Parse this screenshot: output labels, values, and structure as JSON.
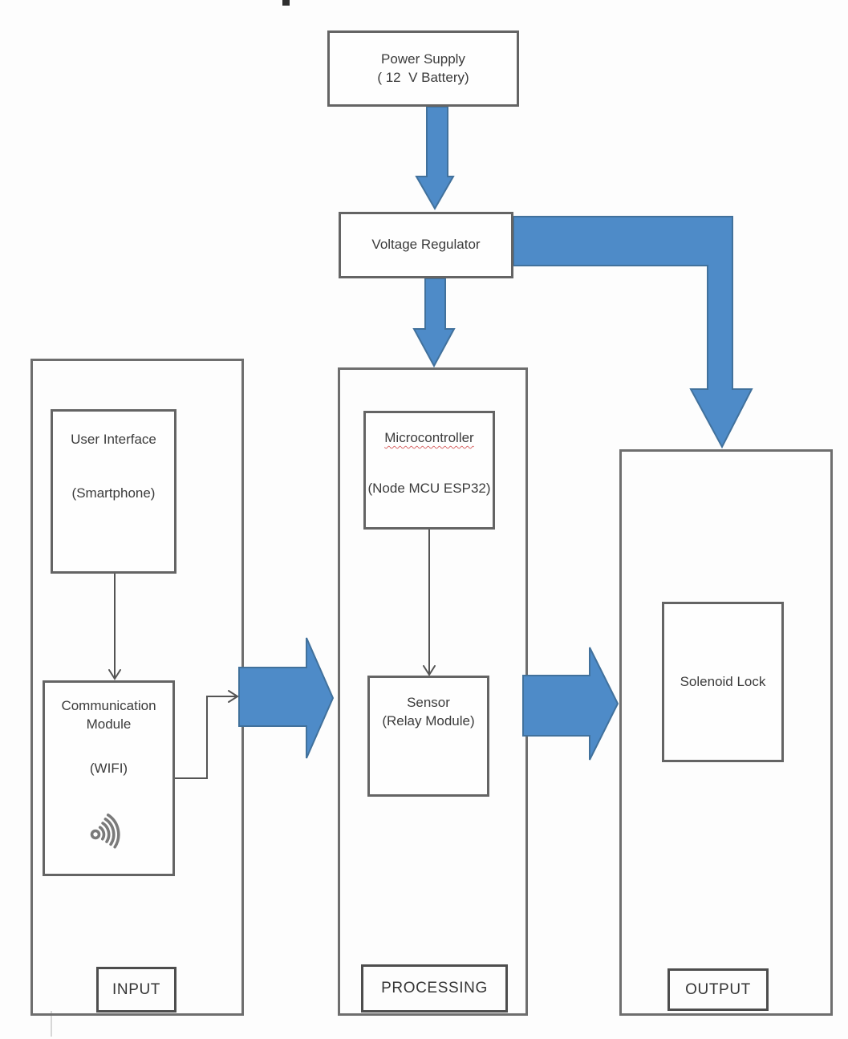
{
  "colors": {
    "arrow_fill": "#4e8bc8",
    "arrow_outline": "#41719c",
    "box_border": "#646464",
    "container_border": "#6e6e6e",
    "text": "#3b3b3b",
    "spellcheck_underline": "#d96a6a",
    "background": "#fdfdfd"
  },
  "power_flow": {
    "power_supply": {
      "line1": "Power Supply",
      "line2": "( 12  V Battery)"
    },
    "voltage_regulator": {
      "label": "Voltage Regulator"
    }
  },
  "sections": {
    "input": {
      "title": "INPUT",
      "user_interface": {
        "line1": "User Interface",
        "line2": "(Smartphone)"
      },
      "communication_module": {
        "line1": "Communication",
        "line2": "Module",
        "line3": "(WIFI)",
        "icon": "wifi-signal-icon"
      }
    },
    "processing": {
      "title": "PROCESSING",
      "microcontroller": {
        "line1": "Microcontroller",
        "line2": "(Node MCU ESP32)"
      },
      "sensor": {
        "line1": "Sensor",
        "line2": "(Relay Module)"
      }
    },
    "output": {
      "title": "OUTPUT",
      "solenoid_lock": {
        "label": "Solenoid Lock"
      }
    }
  }
}
